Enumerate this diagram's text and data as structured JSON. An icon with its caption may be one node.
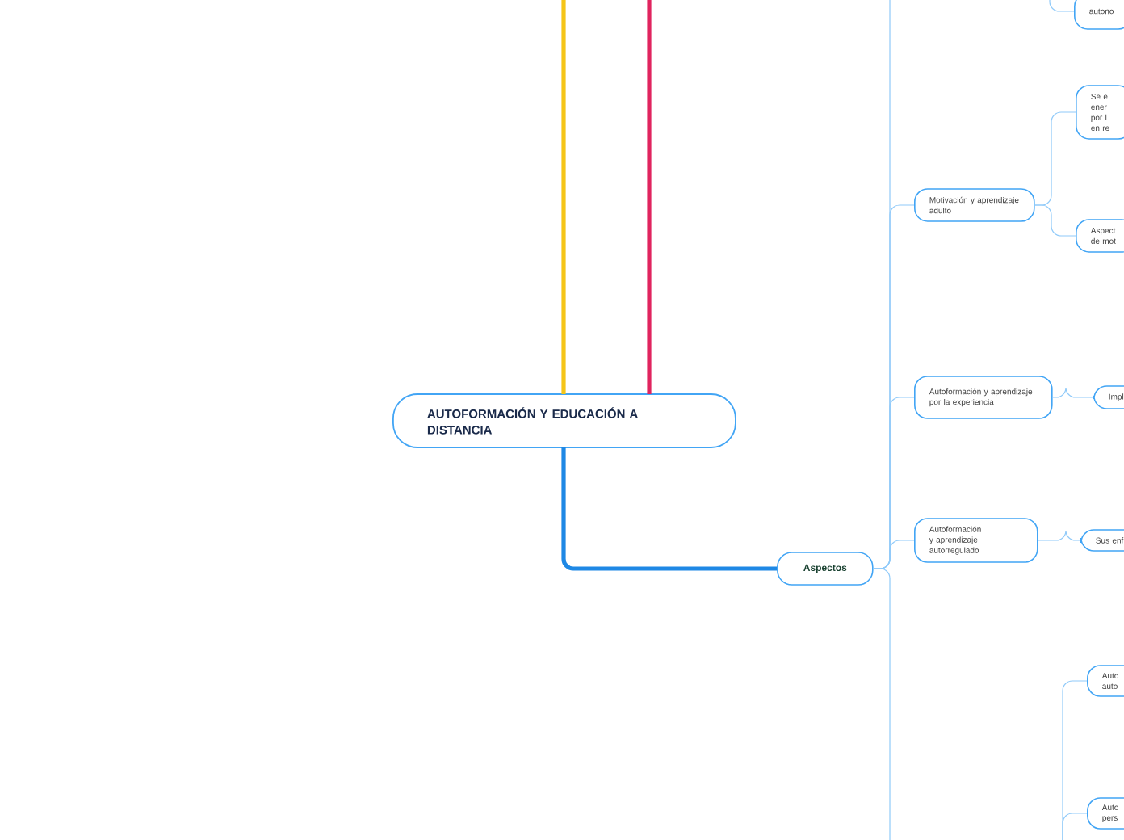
{
  "diagram": {
    "nodes": [
      {
        "text": [
          "AUTOFORMACIÓN Y EDUCACIÓN A DISTANCIA"
        ]
      },
      {
        "text": [
          "Aspectos"
        ]
      },
      {
        "text": [
          "autono"
        ]
      },
      {
        "text": [
          "Motivación y aprendizaje adulto"
        ]
      },
      {
        "text": [
          "Se e ener por l en re"
        ]
      },
      {
        "text": [
          "Aspect de mot"
        ]
      },
      {
        "text": [
          "Autoformación y aprendizaje por la experiencia"
        ]
      },
      {
        "text": [
          "Impl"
        ]
      },
      {
        "text": [
          "Autoformación y aprendizaje autorregulado"
        ]
      },
      {
        "text": [
          "Sus enf"
        ]
      },
      {
        "text": [
          "Auto auto"
        ]
      },
      {
        "text": [
          "Auto pers"
        ]
      }
    ],
    "edges": [
      {
        "from": null,
        "to": 0,
        "arrow": "none",
        "style": "thick",
        "color": "#f5c518"
      },
      {
        "from": null,
        "to": 0,
        "arrow": "none",
        "style": "thick",
        "color": "#e0245e"
      },
      {
        "from": 0,
        "to": 1,
        "arrow": "none",
        "style": "thick",
        "color": "#1e88e5"
      },
      {
        "from": 1,
        "to": null,
        "arrow": "none"
      },
      {
        "from": 1,
        "to": null,
        "arrow": "none"
      },
      {
        "from": null,
        "to": 2,
        "arrow": "none"
      },
      {
        "from": 1,
        "to": 3,
        "arrow": "none"
      },
      {
        "from": 3,
        "to": 4,
        "arrow": "none"
      },
      {
        "from": 3,
        "to": 5,
        "arrow": "none"
      },
      {
        "from": 1,
        "to": 6,
        "arrow": "none"
      },
      {
        "from": 6,
        "to": 7,
        "arrow": "none"
      },
      {
        "from": 1,
        "to": 8,
        "arrow": "none"
      },
      {
        "from": 8,
        "to": 9,
        "arrow": "none"
      },
      {
        "from": null,
        "to": 10,
        "arrow": "none"
      },
      {
        "from": null,
        "to": 11,
        "arrow": "none"
      }
    ]
  }
}
